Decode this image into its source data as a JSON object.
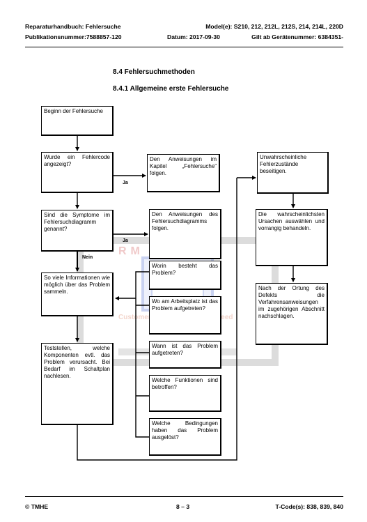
{
  "header": {
    "title": "Reparaturhandbuch: Fehlersuche",
    "models": "Model(e): S210, 212, 212L, 212S, 214, 214L, 220D",
    "publication": "Publikationsnummer:7588857-120",
    "date": "Datum: 2017-09-30",
    "serial": "Gilt ab Gerätenummer: 6384351-"
  },
  "section": {
    "heading": "8.4 Fehlersuchmethoden",
    "subheading": "8.4.1 Allgemeine erste Fehlersuche"
  },
  "flowchart": {
    "start": "Beginn der Fehlersuche",
    "q_errorcode": "Wurde ein Fehlercode angezeigt?",
    "a_errorcode": "Den Anweisungen im Kapitel „Fehlersuche“ folgen.",
    "q_symptoms": "Sind die Symptome im Fehlersuchdiagramm genannt?",
    "a_symptoms": "Den Anweisungen des Fehlersuchdiagramms folgen.",
    "gather_info": "So viele Informationen wie möglich über das Problem sammeln.",
    "test_components": "Teststellen, welche Komponenten evtl. das Problem verursacht. Bei Bedarf im Schaltplan nachlesen.",
    "q1": "Worin besteht das Problem?",
    "q2": "Wo am Arbeitsplatz ist das Problem aufgetreten?",
    "q3": "Wann ist das Problem aufgetreten?",
    "q4": "Welche Funktionen sind betroffen?",
    "q5": "Welche Bedingungen haben das Problem ausgelöst?",
    "unlikely": "Unwahrscheinliche Fehlerzustände beseitigen.",
    "likely": "Die wahrscheinlichsten Ursachen auswählen und vorrangig behandeln.",
    "after_locating": "Nach der Ortung des Defekts die Verfahrensanweisungen im zugehörigen Abschnitt nachschlagen.",
    "label_yes_1": "Ja",
    "label_yes_2": "Ja",
    "label_no": "Nein"
  },
  "watermark": {
    "text": "Customer Satisfaction Guaranteed",
    "logo": "RM"
  },
  "footer": {
    "copyright": "© TMHE",
    "page": "8 – 3",
    "tcode": "T-Code(s): 838, 839, 840"
  }
}
